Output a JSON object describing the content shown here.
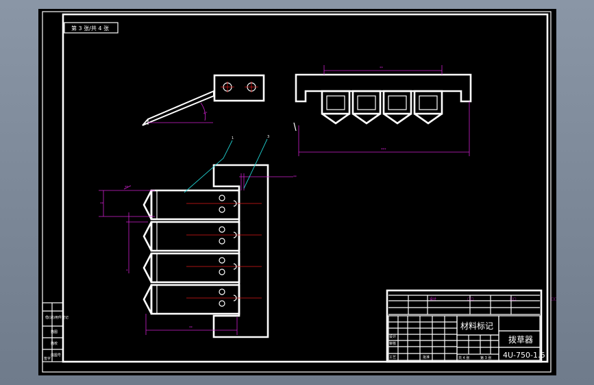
{
  "drawing": {
    "top_left_label": "第 3 张/共 4 张",
    "part_number": "4U-750-1.6",
    "part_name": "拨草器",
    "material_mark": "材料标记",
    "leader_labels": [
      "1",
      "3"
    ],
    "title_block_small_rows": [
      "设计",
      "审核",
      "工艺",
      "批准"
    ],
    "side_strip_labels": [
      "借(通)用件登记",
      "描图",
      "描校",
      "底图号",
      "签字"
    ],
    "title_block_footer": [
      "共 4 张",
      "第 3 张"
    ]
  }
}
